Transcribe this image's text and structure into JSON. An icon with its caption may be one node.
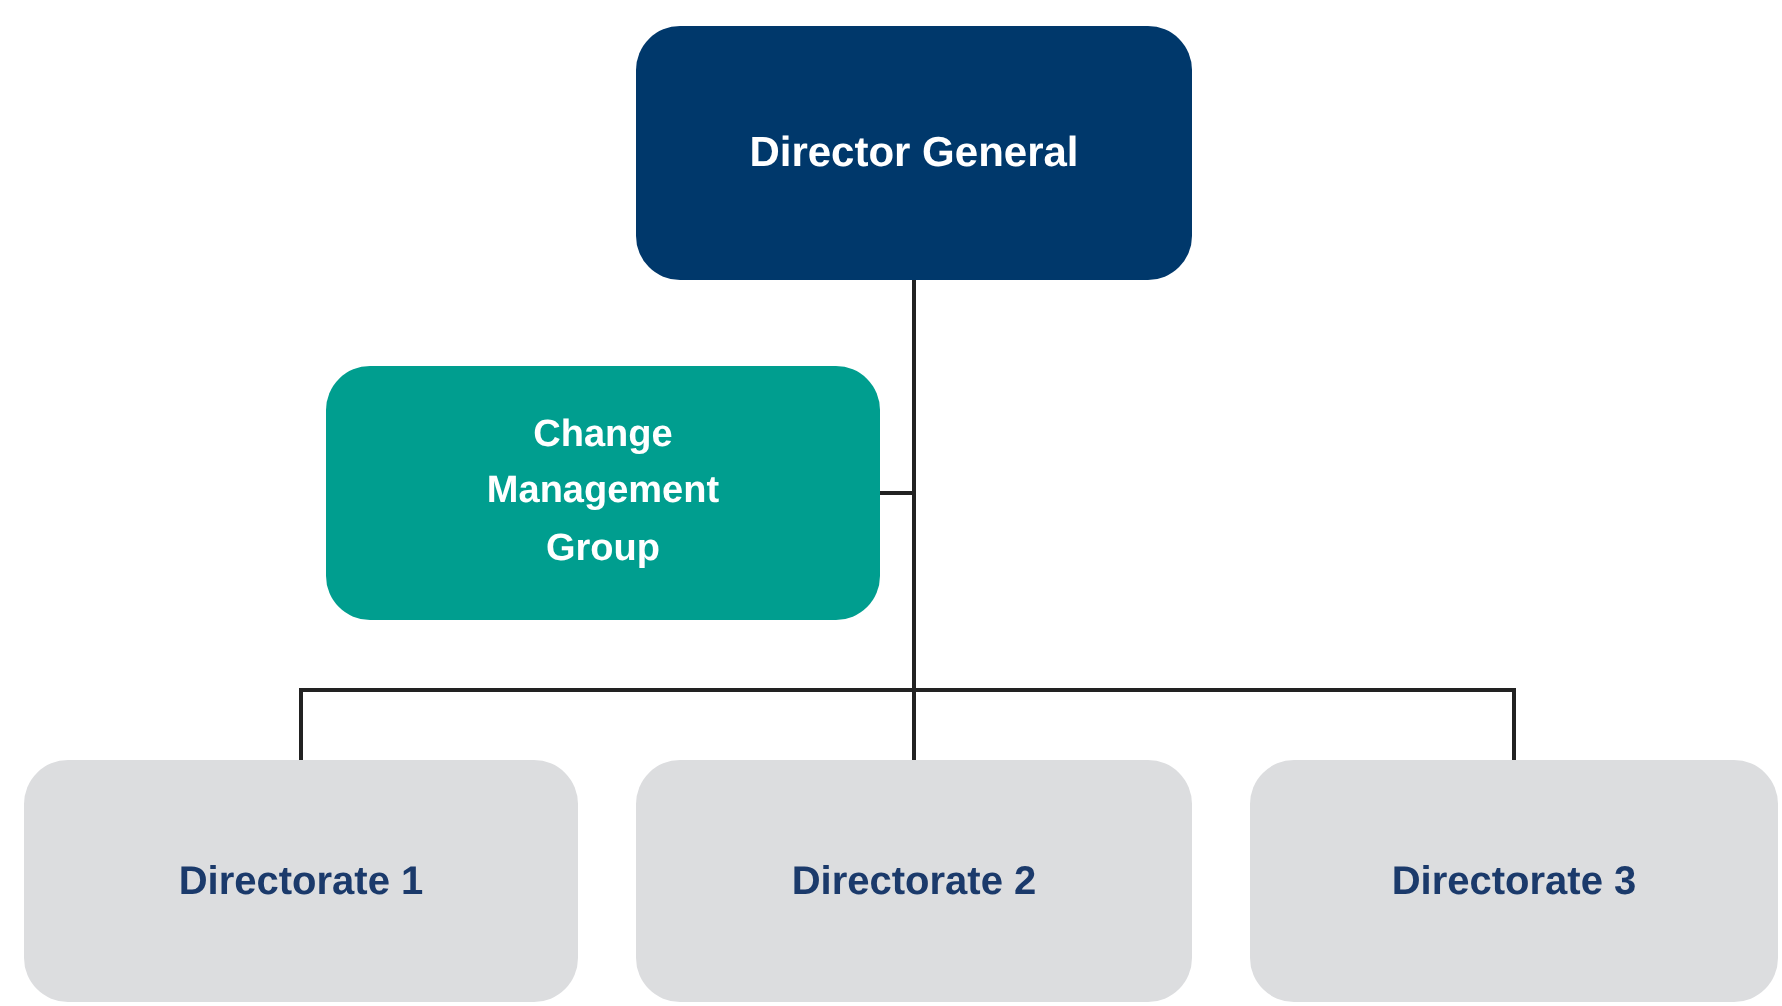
{
  "diagram": {
    "nodes": [
      {
        "text": [
          "Director General"
        ]
      },
      {
        "text": [
          "Change Management Group"
        ]
      },
      {
        "text": [
          "Directorate 1"
        ]
      },
      {
        "text": [
          "Directorate 2"
        ]
      },
      {
        "text": [
          "Directorate 3"
        ]
      }
    ],
    "edges": [
      {
        "from": 0,
        "to": 1,
        "arrow": "none"
      },
      {
        "from": 0,
        "to": 2,
        "arrow": "none"
      },
      {
        "from": 0,
        "to": 3,
        "arrow": "none"
      },
      {
        "from": 0,
        "to": 4,
        "arrow": "none"
      }
    ]
  }
}
